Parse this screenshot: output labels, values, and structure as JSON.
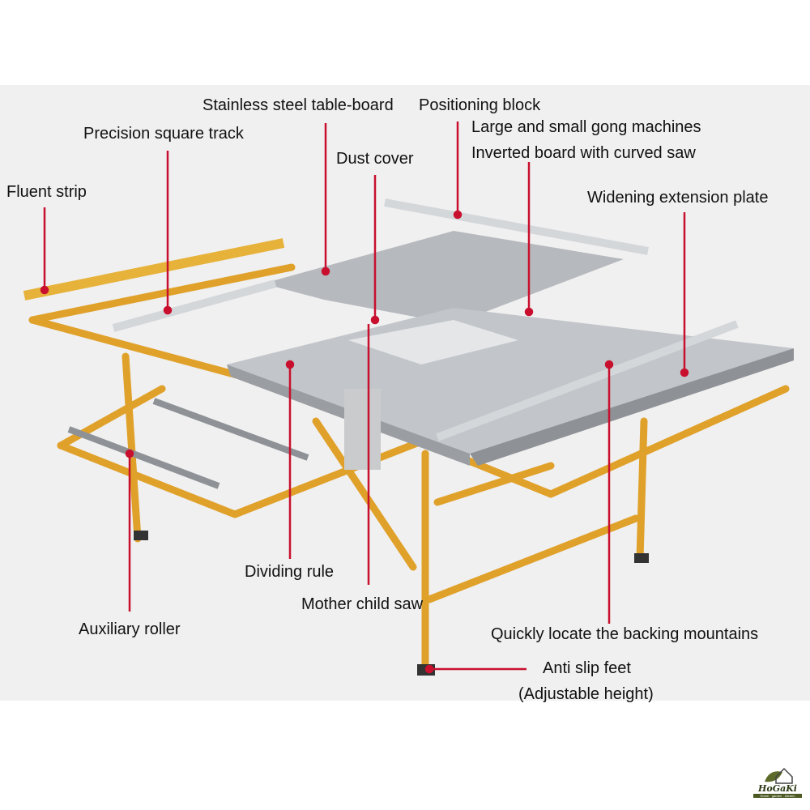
{
  "labels": {
    "stainless_table": "Stainless steel table-board",
    "positioning_block": "Positioning block",
    "precision_track": "Precision square track",
    "gong_machines": "Large and small gong machines",
    "inverted_board": "Inverted board with curved saw",
    "dust_cover": "Dust cover",
    "fluent_strip": "Fluent strip",
    "widening_plate": "Widening extension plate",
    "dividing_rule": "Dividing rule",
    "mother_child_saw": "Mother child saw",
    "auxiliary_roller": "Auxiliary roller",
    "backing_mountains": "Quickly locate the backing mountains",
    "anti_slip_feet": "Anti slip feet",
    "adjustable_height": "(Adjustable height)"
  },
  "logo": {
    "name": "HoGaKi",
    "tagline": "Home · garden · kitchen"
  },
  "colors": {
    "leader": "#c8102e",
    "frame": "#e8a923",
    "steel": "#b9bcc0"
  }
}
